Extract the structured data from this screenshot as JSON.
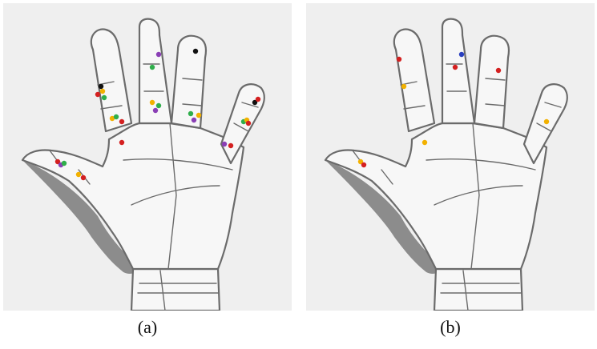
{
  "captions": {
    "a": "(a)",
    "b": "(b)"
  },
  "colors": {
    "background": "#efefef",
    "hand_fill": "#f7f7f7",
    "hand_outline": "#6b6b6b",
    "shadow": "#8c8c8c",
    "marker_palette": [
      "#d42020",
      "#f2b100",
      "#2fae4b",
      "#8a3fb5",
      "#111111",
      "#2a3fbf"
    ]
  },
  "figure": {
    "type": "hand-diagram",
    "hands": [
      {
        "id": "a",
        "markers": [
          {
            "color": "#111111",
            "segment": "index-distal"
          },
          {
            "color": "#d42020",
            "segment": "index-middle"
          },
          {
            "color": "#f2b100",
            "segment": "index-middle"
          },
          {
            "color": "#2fae4b",
            "segment": "index-middle"
          },
          {
            "color": "#f2b100",
            "segment": "index-proximal"
          },
          {
            "color": "#2fae4b",
            "segment": "index-proximal"
          },
          {
            "color": "#d42020",
            "segment": "index-proximal"
          },
          {
            "color": "#d42020",
            "segment": "palm-index-base"
          },
          {
            "color": "#8a3fb5",
            "segment": "middle-distal"
          },
          {
            "color": "#2fae4b",
            "segment": "middle-middle"
          },
          {
            "color": "#f2b100",
            "segment": "middle-proximal"
          },
          {
            "color": "#2fae4b",
            "segment": "middle-proximal"
          },
          {
            "color": "#8a3fb5",
            "segment": "middle-proximal"
          },
          {
            "color": "#111111",
            "segment": "ring-distal"
          },
          {
            "color": "#2fae4b",
            "segment": "ring-proximal"
          },
          {
            "color": "#8a3fb5",
            "segment": "ring-proximal"
          },
          {
            "color": "#f2b100",
            "segment": "ring-proximal"
          },
          {
            "color": "#111111",
            "segment": "little-distal"
          },
          {
            "color": "#d42020",
            "segment": "little-distal"
          },
          {
            "color": "#2fae4b",
            "segment": "little-middle"
          },
          {
            "color": "#f2b100",
            "segment": "little-middle"
          },
          {
            "color": "#d42020",
            "segment": "little-middle"
          },
          {
            "color": "#8a3fb5",
            "segment": "little-proximal"
          },
          {
            "color": "#d42020",
            "segment": "little-proximal"
          },
          {
            "color": "#d42020",
            "segment": "thumb-distal"
          },
          {
            "color": "#8a3fb5",
            "segment": "thumb-distal"
          },
          {
            "color": "#2fae4b",
            "segment": "thumb-distal"
          },
          {
            "color": "#f2b100",
            "segment": "thumb-proximal"
          },
          {
            "color": "#d42020",
            "segment": "thumb-proximal"
          }
        ]
      },
      {
        "id": "b",
        "markers": [
          {
            "color": "#f2b100",
            "segment": "index-distal"
          },
          {
            "color": "#d42020",
            "segment": "index-distal"
          },
          {
            "color": "#2a3fbf",
            "segment": "middle-distal"
          },
          {
            "color": "#d42020",
            "segment": "middle-middle"
          },
          {
            "color": "#d42020",
            "segment": "ring-middle"
          },
          {
            "color": "#f2b100",
            "segment": "little-middle"
          },
          {
            "color": "#f2b100",
            "segment": "palm-index-base"
          },
          {
            "color": "#f2b100",
            "segment": "thumb-distal"
          },
          {
            "color": "#d42020",
            "segment": "thumb-distal"
          }
        ]
      }
    ]
  }
}
